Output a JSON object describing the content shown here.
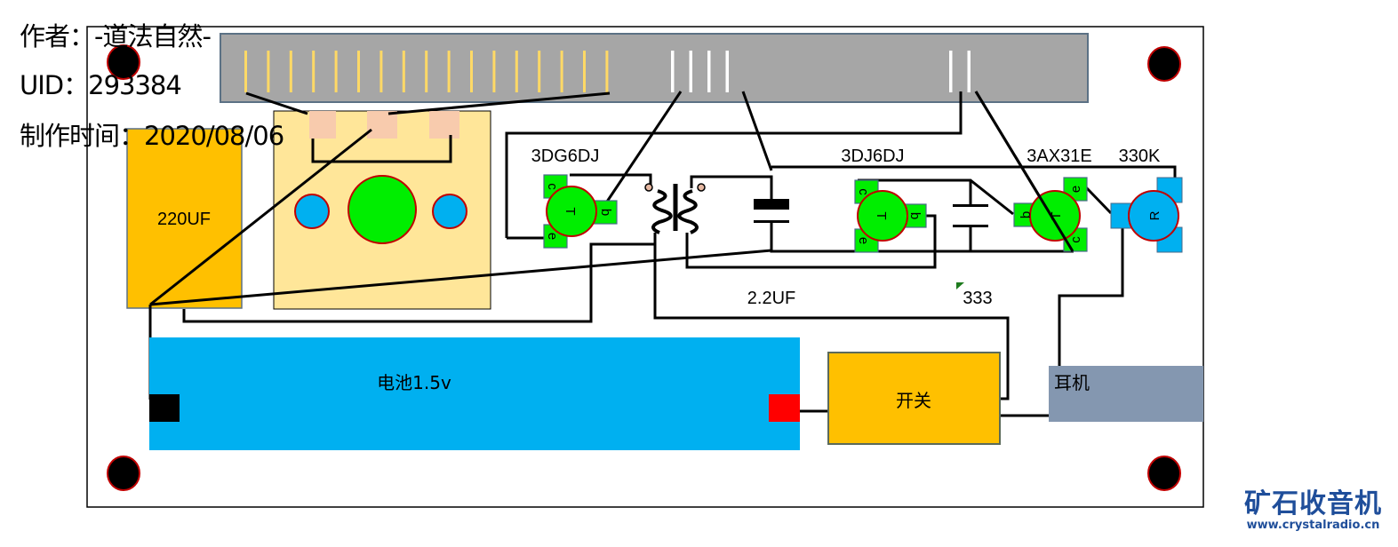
{
  "meta": {
    "author_label": "作者：",
    "author": "-道法自然-",
    "uid_label": "UID：",
    "uid": "293384",
    "date_label": "制作时间：",
    "date": "2020/08/06"
  },
  "components": {
    "capacitor_220": "220UF",
    "transistor_1": "3DG6DJ",
    "transistor_2": "3DJ6DJ",
    "transistor_3": "3AX31E",
    "resistor": "330K",
    "capacitor_22": "2.2UF",
    "capacitor_333": "333",
    "battery": "电池1.5v",
    "switch": "开关",
    "earphone": "耳机",
    "transistor_symbol": "T",
    "resistor_symbol": "R",
    "pin_c": "c",
    "pin_b": "b",
    "pin_e": "e"
  },
  "tuner": {
    "yellow_stripe_count": 17,
    "white_stripe_groups": [
      4,
      2
    ]
  },
  "colors": {
    "board_border": "#000000",
    "tuner": "#a6a6a6",
    "stripe_yellow": "#ffd966",
    "cap_220": "#ffc000",
    "ferrite_panel": "#ffe699",
    "pad": "#f8cbad",
    "green": "#00ee00",
    "blue": "#00b0f0",
    "battery": "#00b0f0",
    "switch": "#ffc000",
    "earphone": "#8497b0",
    "hole_outline": "#cc0000"
  },
  "logo": {
    "name": "矿石收音机",
    "url": "www.crystalradio.cn"
  }
}
